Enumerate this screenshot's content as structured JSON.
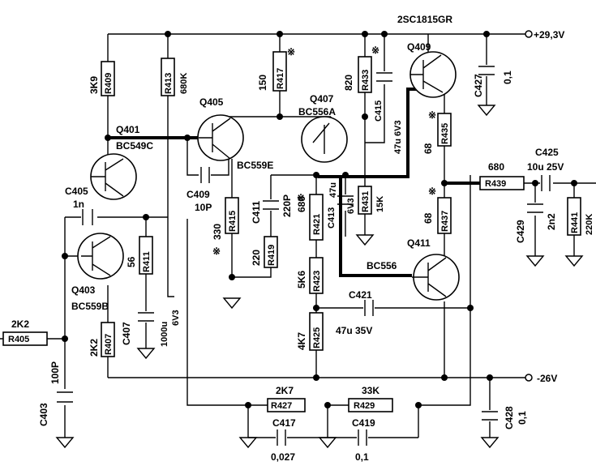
{
  "supply": {
    "positive": "+29,3V",
    "negative": "-26V"
  },
  "transistors": {
    "q401": {
      "ref": "Q401",
      "type": "BC549C"
    },
    "q403": {
      "ref": "Q403",
      "type": "BC559B"
    },
    "q405": {
      "ref": "Q405",
      "type": "BC559E"
    },
    "q407": {
      "ref": "Q407",
      "type": "BC556A"
    },
    "q409": {
      "ref": "Q409",
      "type": "2SC1815GR"
    },
    "q411": {
      "ref": "Q411",
      "type": "BC556"
    }
  },
  "resistors": {
    "r405": {
      "ref": "R405",
      "value": "2K2"
    },
    "r407": {
      "ref": "R407",
      "value": "2K2"
    },
    "r409": {
      "ref": "R409",
      "value": "3K9"
    },
    "r411": {
      "ref": "R411",
      "value": "56"
    },
    "r413": {
      "ref": "R413",
      "value": "680K"
    },
    "r415": {
      "ref": "R415",
      "value": "330"
    },
    "r417": {
      "ref": "R417",
      "value": "150"
    },
    "r419": {
      "ref": "R419",
      "value": "220"
    },
    "r421": {
      "ref": "R421",
      "value": "680"
    },
    "r423": {
      "ref": "R423",
      "value": "5K6"
    },
    "r425": {
      "ref": "R425",
      "value": "4K7"
    },
    "r427": {
      "ref": "R427",
      "value": "2K7"
    },
    "r429": {
      "ref": "R429",
      "value": "33K"
    },
    "r431": {
      "ref": "R431",
      "value": "15K"
    },
    "r433": {
      "ref": "R433",
      "value": "820"
    },
    "r435": {
      "ref": "R435",
      "value": "68"
    },
    "r437": {
      "ref": "R437",
      "value": "68"
    },
    "r439": {
      "ref": "R439",
      "value": "680"
    },
    "r441": {
      "ref": "R441",
      "value": "220K"
    }
  },
  "capacitors": {
    "c403": {
      "ref": "C403",
      "value": "100P"
    },
    "c405": {
      "ref": "C405",
      "value": "1n"
    },
    "c407": {
      "ref": "C407",
      "value": "1000u",
      "voltage": "6V3"
    },
    "c409": {
      "ref": "C409",
      "value": "10P"
    },
    "c411": {
      "ref": "C411",
      "value": "220P"
    },
    "c413": {
      "ref": "C413",
      "value": "47u",
      "voltage": "6V3"
    },
    "c415": {
      "ref": "C415",
      "value": "47u 6V3"
    },
    "c417": {
      "ref": "C417",
      "value": "0,027"
    },
    "c419": {
      "ref": "C419",
      "value": "0,1"
    },
    "c421": {
      "ref": "C421",
      "value": "47u 35V"
    },
    "c425": {
      "ref": "C425",
      "value": "10u 25V"
    },
    "c427": {
      "ref": "C427",
      "value": "0,1"
    },
    "c428": {
      "ref": "C428",
      "value": "0,1"
    },
    "c429": {
      "ref": "C429",
      "value": "2n2"
    }
  },
  "marks": {
    "asterisk": "※"
  }
}
